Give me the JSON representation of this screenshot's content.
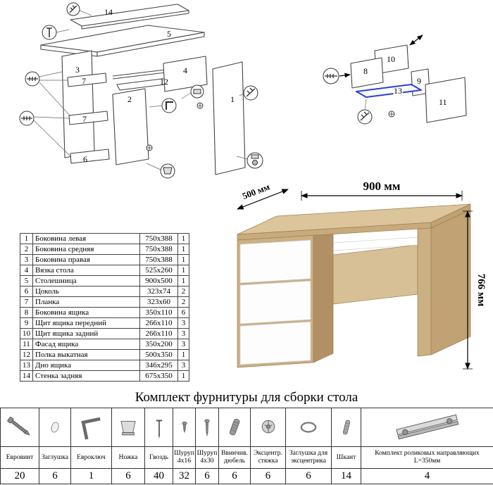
{
  "title": "Комплект фурнитуры для сборки стола",
  "dimensions": {
    "width": "900 мм",
    "depth": "500 мм",
    "height": "766 мм"
  },
  "diagram": {
    "left_labels": {
      "p14": "14",
      "p5": "5",
      "p3": "3",
      "p7a": "7",
      "p7b": "7",
      "p6": "6",
      "p12": "12",
      "p2": "2",
      "p4": "4",
      "p1": "1"
    },
    "right_labels": {
      "p10": "10",
      "p8": "8",
      "p9": "9",
      "p13": "13",
      "p11": "11"
    }
  },
  "parts_table": {
    "rows": [
      {
        "num": "1",
        "name": "Боковина левая",
        "size": "750x388",
        "qty": "1"
      },
      {
        "num": "2",
        "name": "Боковина средняя",
        "size": "750x388",
        "qty": "1"
      },
      {
        "num": "3",
        "name": "Боковина правая",
        "size": "750x388",
        "qty": "1"
      },
      {
        "num": "4",
        "name": "Вязка стола",
        "size": "525x260",
        "qty": "1"
      },
      {
        "num": "5",
        "name": "Столешница",
        "size": "900x500",
        "qty": "1"
      },
      {
        "num": "6",
        "name": "Цоколь",
        "size": "323x74",
        "qty": "2"
      },
      {
        "num": "7",
        "name": "Планка",
        "size": "323x60",
        "qty": "2"
      },
      {
        "num": "8",
        "name": "Боковина ящика",
        "size": "350x110",
        "qty": "6"
      },
      {
        "num": "9",
        "name": "Щит ящика передний",
        "size": "266x110",
        "qty": "3"
      },
      {
        "num": "10",
        "name": "Щит ящика задний",
        "size": "266x110",
        "qty": "3"
      },
      {
        "num": "11",
        "name": "Фасад ящика",
        "size": "350x200",
        "qty": "3"
      },
      {
        "num": "12",
        "name": "Полка выкатная",
        "size": "500x350",
        "qty": "1"
      },
      {
        "num": "13",
        "name": "Дно ящика",
        "size": "346x295",
        "qty": "3"
      },
      {
        "num": "14",
        "name": "Стенка задняя",
        "size": "675x350",
        "qty": "1"
      }
    ]
  },
  "hardware_table": {
    "items": [
      {
        "name": "Евровинт",
        "qty": "20",
        "icon": "euroscrew-icon"
      },
      {
        "name": "Заглушка",
        "qty": "6",
        "icon": "cap-icon"
      },
      {
        "name": "Евроключ",
        "qty": "1",
        "icon": "hexkey-icon"
      },
      {
        "name": "Ножка",
        "qty": "6",
        "icon": "leg-icon"
      },
      {
        "name": "Гвоздь",
        "qty": "40",
        "icon": "nail-icon"
      },
      {
        "name": "Шуруп 4x16",
        "qty": "32",
        "icon": "screw-small-icon"
      },
      {
        "name": "Шуруп 4x30",
        "qty": "6",
        "icon": "screw-long-icon"
      },
      {
        "name": "Ввинчив. дюбель",
        "qty": "6",
        "icon": "dowel-screw-icon"
      },
      {
        "name": "Эксцентр. стяжка",
        "qty": "6",
        "icon": "cam-lock-icon"
      },
      {
        "name": "Заглушка для эксцентрика",
        "qty": "6",
        "icon": "cam-cap-icon"
      },
      {
        "name": "Шкант",
        "qty": "14",
        "icon": "wood-dowel-icon"
      },
      {
        "name": "Комплект роликовых направляющих L=350мм",
        "qty": "4",
        "icon": "drawer-slide-icon"
      }
    ]
  }
}
